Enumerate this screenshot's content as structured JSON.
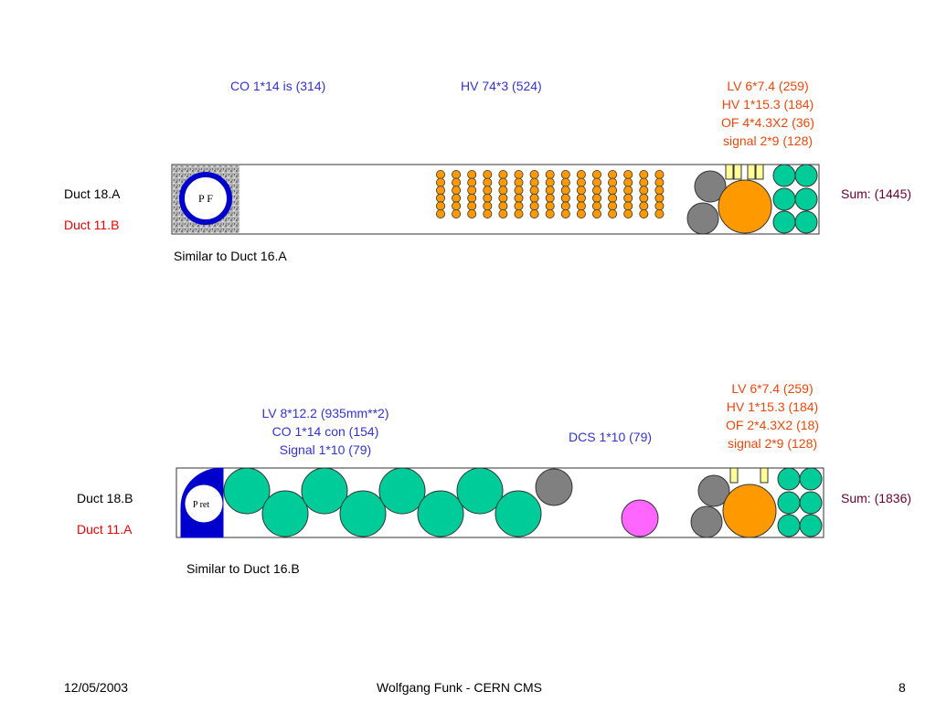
{
  "slide_number": "8",
  "footer": {
    "date": "12/05/2003",
    "author": "Wolfgang Funk - CERN  CMS",
    "page": "8"
  },
  "colors": {
    "teal": "#00cc99",
    "orange": "#ff9900",
    "gray": "#808080",
    "pink": "#ff66ff",
    "yellow": "#ffff99",
    "blue_ring": "#0000cc",
    "label_blue": "#3333cc",
    "label_red": "#e8480c"
  },
  "upper": {
    "duct_primary": "Duct 18.A",
    "duct_secondary": "Duct 11.B",
    "similar": "Similar to Duct 16.A",
    "sum": "Sum: (1445)",
    "co_label": "CO 1*14 is (314)",
    "hv_label": "HV 74*3 (524)",
    "right_labels": [
      "LV  6*7.4 (259)",
      "HV 1*15.3 (184)",
      "OF 4*4.3X2 (36)",
      "signal 2*9 (128)"
    ],
    "pipe_label": "P F"
  },
  "lower": {
    "duct_primary": "Duct 18.B",
    "duct_secondary": "Duct 11.A",
    "similar": "Similar to Duct 16.B",
    "sum": "Sum: (1836)",
    "left_labels": [
      "LV  8*12.2 (935mm**2)",
      "CO 1*14 con (154)",
      "Signal 1*10 (79)"
    ],
    "dcs_label": "DCS 1*10 (79)",
    "right_labels": [
      "LV  6*7.4 (259)",
      "HV 1*15.3 (184)",
      "OF 2*4.3X2 (18)",
      "signal 2*9 (128)"
    ],
    "pipe_label": "P ret"
  }
}
